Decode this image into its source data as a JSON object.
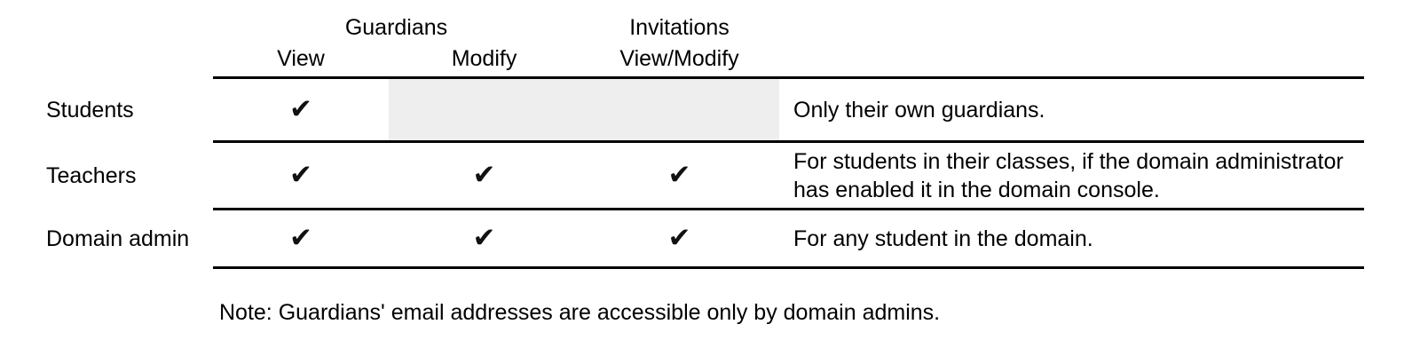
{
  "table": {
    "group_headers": [
      {
        "label": "",
        "ruled": false
      },
      {
        "label": "Guardians",
        "ruled": true
      },
      {
        "label": "Invitations",
        "ruled": true
      },
      {
        "label": "",
        "ruled": false
      }
    ],
    "column_headers": [
      {
        "label": "",
        "ruled": false
      },
      {
        "label": "View",
        "ruled": true
      },
      {
        "label": "Modify",
        "ruled": true
      },
      {
        "label": "View/Modify",
        "ruled": true
      },
      {
        "label": "",
        "ruled": true
      }
    ],
    "rows": [
      {
        "role": "Students",
        "guardians_view": "✔",
        "guardians_modify": "",
        "invitations_view_modify": "",
        "guardians_modify_shaded": true,
        "invitations_shaded": true,
        "description_lines": [
          "Only their own guardians."
        ]
      },
      {
        "role": "Teachers",
        "guardians_view": "✔",
        "guardians_modify": "✔",
        "invitations_view_modify": "✔",
        "guardians_modify_shaded": false,
        "invitations_shaded": false,
        "description_lines": [
          "For students in their classes, if the domain administrator",
          "has enabled it in the domain console."
        ]
      },
      {
        "role": "Domain admin",
        "guardians_view": "✔",
        "guardians_modify": "✔",
        "invitations_view_modify": "✔",
        "guardians_modify_shaded": false,
        "invitations_shaded": false,
        "description_lines": [
          "For any student in the domain."
        ]
      }
    ]
  },
  "note": {
    "text": "Note: Guardians' email addresses are accessible only by domain admins."
  },
  "colors": {
    "rule": "#000000",
    "shade": "#eeeeee",
    "text": "#000000",
    "background": "#ffffff"
  },
  "icons": {
    "check": "✔"
  }
}
